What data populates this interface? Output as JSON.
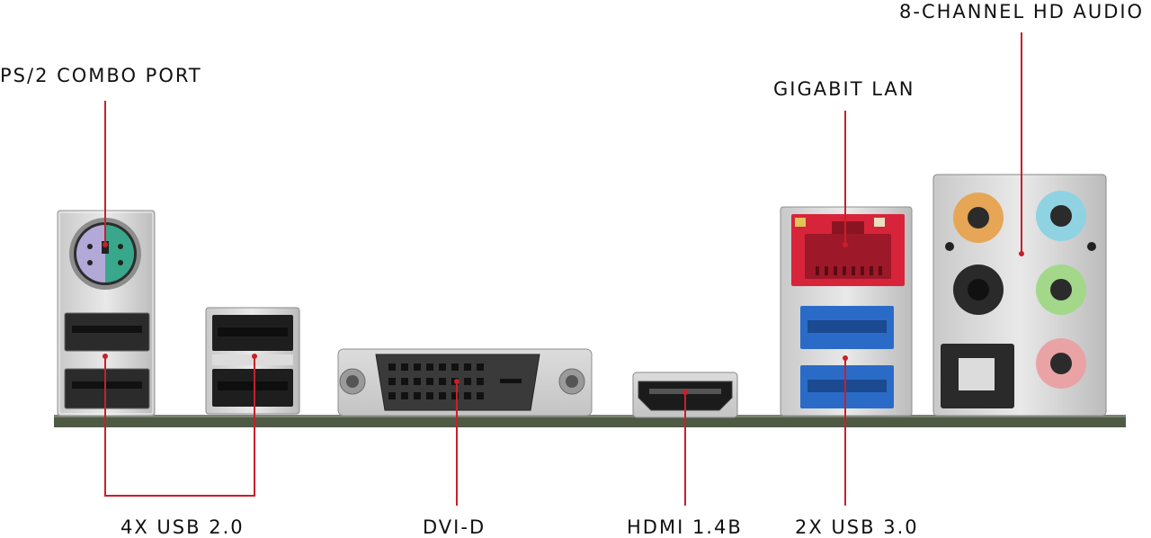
{
  "labels": {
    "ps2": "PS/2 COMBO PORT",
    "audio": "8-CHANNEL HD AUDIO",
    "lan": "GIGABIT LAN",
    "usb2": "4X USB 2.0",
    "dvi": "DVI-D",
    "hdmi": "HDMI 1.4B",
    "usb3": "2X USB 3.0"
  },
  "colors": {
    "leader_line": "#c8202a",
    "ps2_purple": "#b3a9d8",
    "ps2_green": "#39a78c",
    "lan_red": "#d8243a",
    "usb3_blue": "#2a6bc8",
    "audio_orange": "#e6a655",
    "audio_lightblue": "#8fd3e2",
    "audio_green": "#a3d88a",
    "audio_pink": "#e9a3a4",
    "audio_black": "#2a2a2a",
    "board": "#4f5a45"
  }
}
